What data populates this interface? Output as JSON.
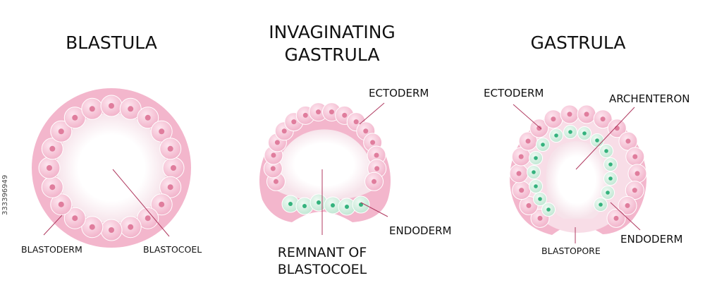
{
  "blastula": {
    "title": "BLASTULA",
    "labels": {
      "blastoderm": "BLASTODERM",
      "blastocoel": "BLASTOCOEL"
    }
  },
  "invaginating": {
    "title_line1": "INVAGINATING",
    "title_line2": "GASTRULA",
    "labels": {
      "ectoderm": "ECTODERM",
      "endoderm": "ENDODERM",
      "remnant_line1": "REMNANT OF",
      "remnant_line2": "BLASTOCOEL"
    }
  },
  "gastrula": {
    "title": "GASTRULA",
    "labels": {
      "ectoderm": "ECTODERM",
      "archenteron": "ARCHENTERON",
      "endoderm": "ENDODERM",
      "blastopore": "BLASTOPORE"
    }
  },
  "image_id": "333396949",
  "colors": {
    "membrane": "#f2b0c8",
    "cell": "#f7c9da",
    "nucleus": "#e07d9d",
    "endo_cell": "#cdeedd",
    "endo_nucleus": "#34b27d",
    "line": "#b03a60"
  }
}
